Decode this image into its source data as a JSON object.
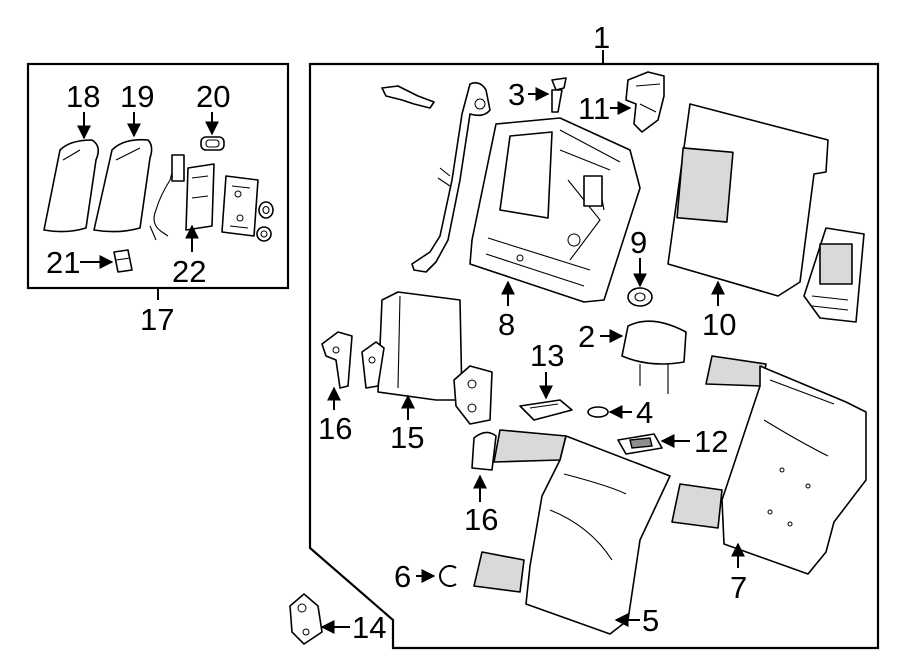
{
  "callouts": {
    "c1": "1",
    "c2": "2",
    "c3": "3",
    "c4": "4",
    "c5": "5",
    "c6": "6",
    "c7": "7",
    "c8": "8",
    "c9": "9",
    "c10": "10",
    "c11": "11",
    "c12": "12",
    "c13": "13",
    "c14": "14",
    "c15": "15",
    "c16a": "16",
    "c16b": "16",
    "c17": "17",
    "c18": "18",
    "c19": "19",
    "c20": "20",
    "c21": "21",
    "c22": "22"
  }
}
